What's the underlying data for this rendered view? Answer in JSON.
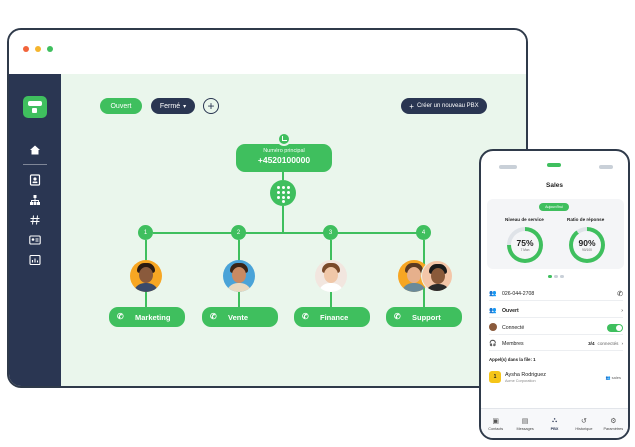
{
  "colors": {
    "green": "#3fbf5e",
    "navy": "#2a3652",
    "bg": "#eaf6ec",
    "yellow": "#f5c518"
  },
  "desktop": {
    "filters": {
      "open_label": "Ouvert",
      "closed_label": "Fermé"
    },
    "add_icon": "plus-icon",
    "create_button": "Créer un nouveau PBX",
    "main_number": {
      "label": "Numéro principal",
      "number": "+4520100000"
    },
    "branches": [
      {
        "num": "1",
        "label": "Marketing"
      },
      {
        "num": "2",
        "label": "Vente"
      },
      {
        "num": "3",
        "label": "Finance"
      },
      {
        "num": "4",
        "label": "Support"
      }
    ]
  },
  "phone": {
    "title": "Sales",
    "badge": "Aujourd'hui",
    "stats": [
      {
        "label": "Niveau de service",
        "value": "75%",
        "sub": "7 Mon",
        "percent": 75
      },
      {
        "label": "Ratio de réponse",
        "value": "90%",
        "sub": "90/100",
        "percent": 90
      }
    ],
    "rows": {
      "phone_number": "026-044-2708",
      "status": "Ouvert",
      "connected_label": "Connecté",
      "members_label": "Membres",
      "members_count": "3/4",
      "members_suffix": "connectés"
    },
    "queue": {
      "title": "Appel(s) dans la file: 1",
      "num": "1",
      "name": "Aysha Rodriguez",
      "company": "Acme Corporation",
      "right": "sales"
    },
    "tabs": [
      {
        "label": "Contacts",
        "icon": "contacts-icon"
      },
      {
        "label": "Messages",
        "icon": "messages-icon"
      },
      {
        "label": "PBX",
        "icon": "pbx-icon"
      },
      {
        "label": "Historique",
        "icon": "history-icon"
      },
      {
        "label": "Paramètres",
        "icon": "settings-icon"
      }
    ]
  }
}
